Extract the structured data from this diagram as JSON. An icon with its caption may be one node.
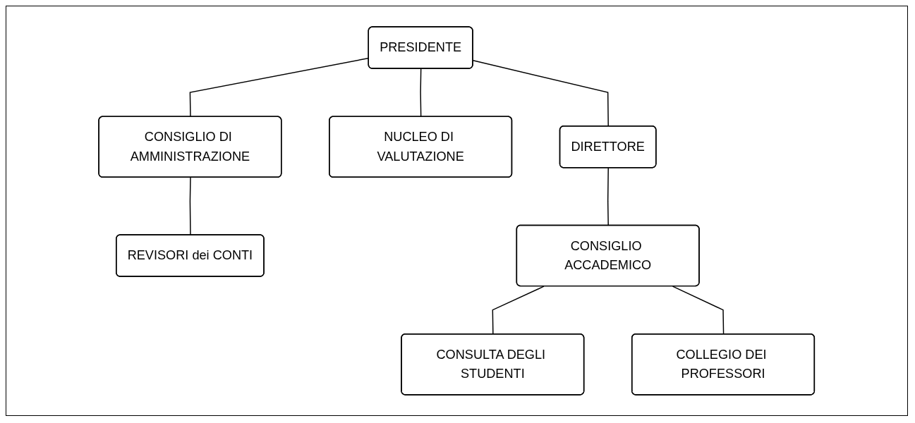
{
  "diagram": {
    "nodes": [
      {
        "text": [
          "PRESIDENTE"
        ]
      },
      {
        "text": [
          "DIRETTORE"
        ]
      },
      {
        "text": [
          "NUCLEO DI VALUTAZIONE"
        ]
      },
      {
        "text": [
          "CONSIGLIO DI AMMINISTRAZIONE"
        ]
      },
      {
        "text": [
          "REVISORI dei CONTI"
        ]
      },
      {
        "text": [
          "CONSIGLIO ACCADEMICO"
        ]
      },
      {
        "text": [
          "CONSULTA DEGLI STUDENTI"
        ]
      },
      {
        "text": [
          "COLLEGIO DEI PROFESSORI"
        ]
      }
    ],
    "edges": [
      {
        "from": 0,
        "to": 1,
        "arrow": "none"
      },
      {
        "from": 0,
        "to": 2,
        "arrow": "none"
      },
      {
        "from": 0,
        "to": 3,
        "arrow": "none"
      },
      {
        "from": 3,
        "to": 4,
        "arrow": "none"
      },
      {
        "from": 1,
        "to": 5,
        "arrow": "none"
      },
      {
        "from": 5,
        "to": 6,
        "arrow": "none"
      },
      {
        "from": 5,
        "to": 7,
        "arrow": "none"
      }
    ]
  }
}
